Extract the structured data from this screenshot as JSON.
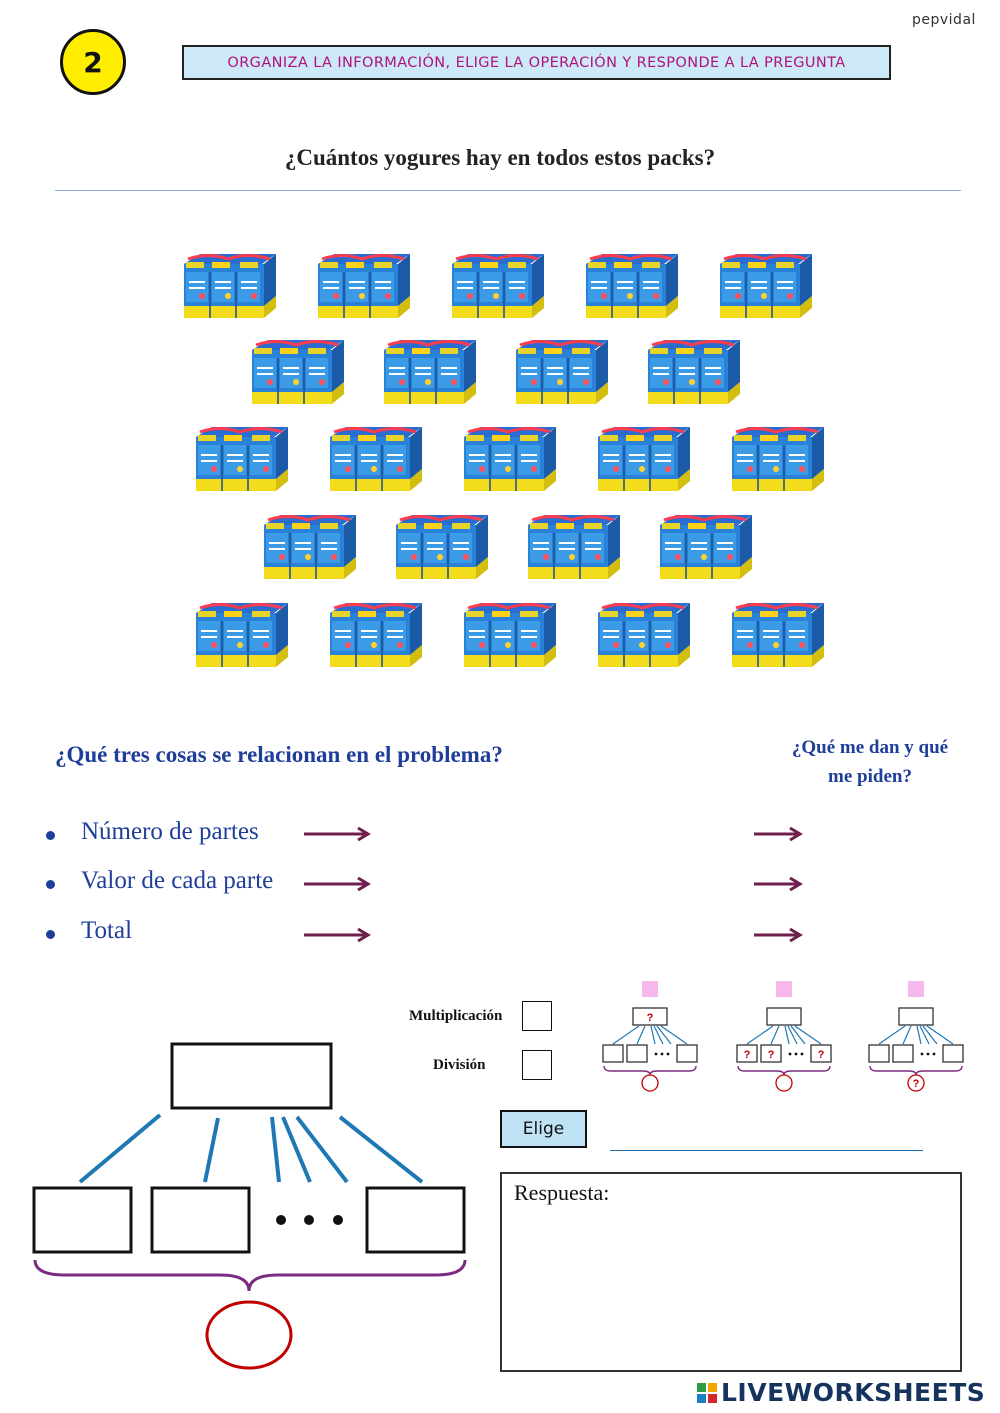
{
  "header": {
    "author": "pepvidal",
    "exercise_number": "2",
    "instruction": "ORGANIZA LA INFORMACIÓN, ELIGE LA OPERACIÓN Y RESPONDE A LA PREGUNTA",
    "question": "¿Cuántos yogures hay en todos estos packs?"
  },
  "yogurt_rows": [
    5,
    4,
    5,
    4,
    5
  ],
  "relations": {
    "heading": "¿Qué tres cosas se relacionan en el problema?",
    "side_question": "¿Qué me dan y qué me piden?",
    "items": [
      "Número de partes",
      "Valor de cada parte",
      "Total"
    ]
  },
  "operation": {
    "multiplication_label": "Multiplicación",
    "division_label": "División",
    "choose_label": "Elige",
    "answer_value": "",
    "answer_label": "Respuesta:"
  },
  "diagram_cards": [
    {
      "top": "?",
      "parts": [
        "",
        "",
        ""
      ],
      "total": ""
    },
    {
      "top": "",
      "parts": [
        "?",
        "?",
        "?"
      ],
      "total": ""
    },
    {
      "top": "",
      "parts": [
        "",
        "",
        ""
      ],
      "total": "?"
    }
  ],
  "footer": {
    "logo": "LIVEWORKSHEETS"
  },
  "colors": {
    "title_blue": "#1f3e99",
    "banner_text": "#b0127a",
    "banner_bg": "#cde8f7",
    "number_circle": "#ffee00",
    "arrow": "#6e1f4d",
    "diagram_line": "#1f78b4",
    "brace": "#7b2b82",
    "total_circle": "#c00000",
    "pink_square": "#f6b8ec"
  }
}
